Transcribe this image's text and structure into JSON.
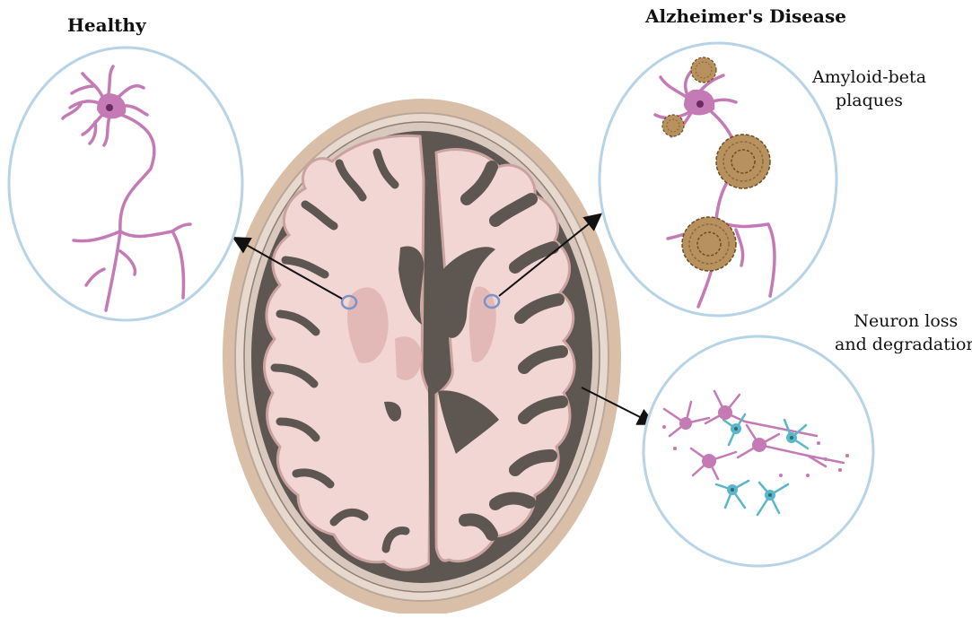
{
  "labels": {
    "healthy": "Healthy",
    "alzheimers": "Alzheimer's Disease",
    "amyloid_line1": "Amyloid-beta",
    "amyloid_line2": "plaques",
    "neuron_loss_line1": "Neuron loss",
    "neuron_loss_line2": "and degradation"
  },
  "colors": {
    "neuron_pink": "#c47ab4",
    "neuron_pink_dark": "#9c4a8c",
    "neuron_cyan": "#5ab6c8",
    "plaque_brown": "#8a6a3a",
    "circle_outline": "#b7d4e6",
    "brain_tissue": "#f1d6d3",
    "brain_gyri_edge": "#caa3a1",
    "brain_sulci": "#5e5650",
    "skull_outer": "#d9bfa8",
    "skull_inner": "#e8d9cf",
    "arrow": "#111111",
    "focus_ring": "#7a93c9"
  },
  "icons": {
    "healthy_panel": "healthy-neuron-icon",
    "plaque_panel": "amyloid-plaque-icon",
    "degradation_panel": "degraded-neurons-icon"
  }
}
